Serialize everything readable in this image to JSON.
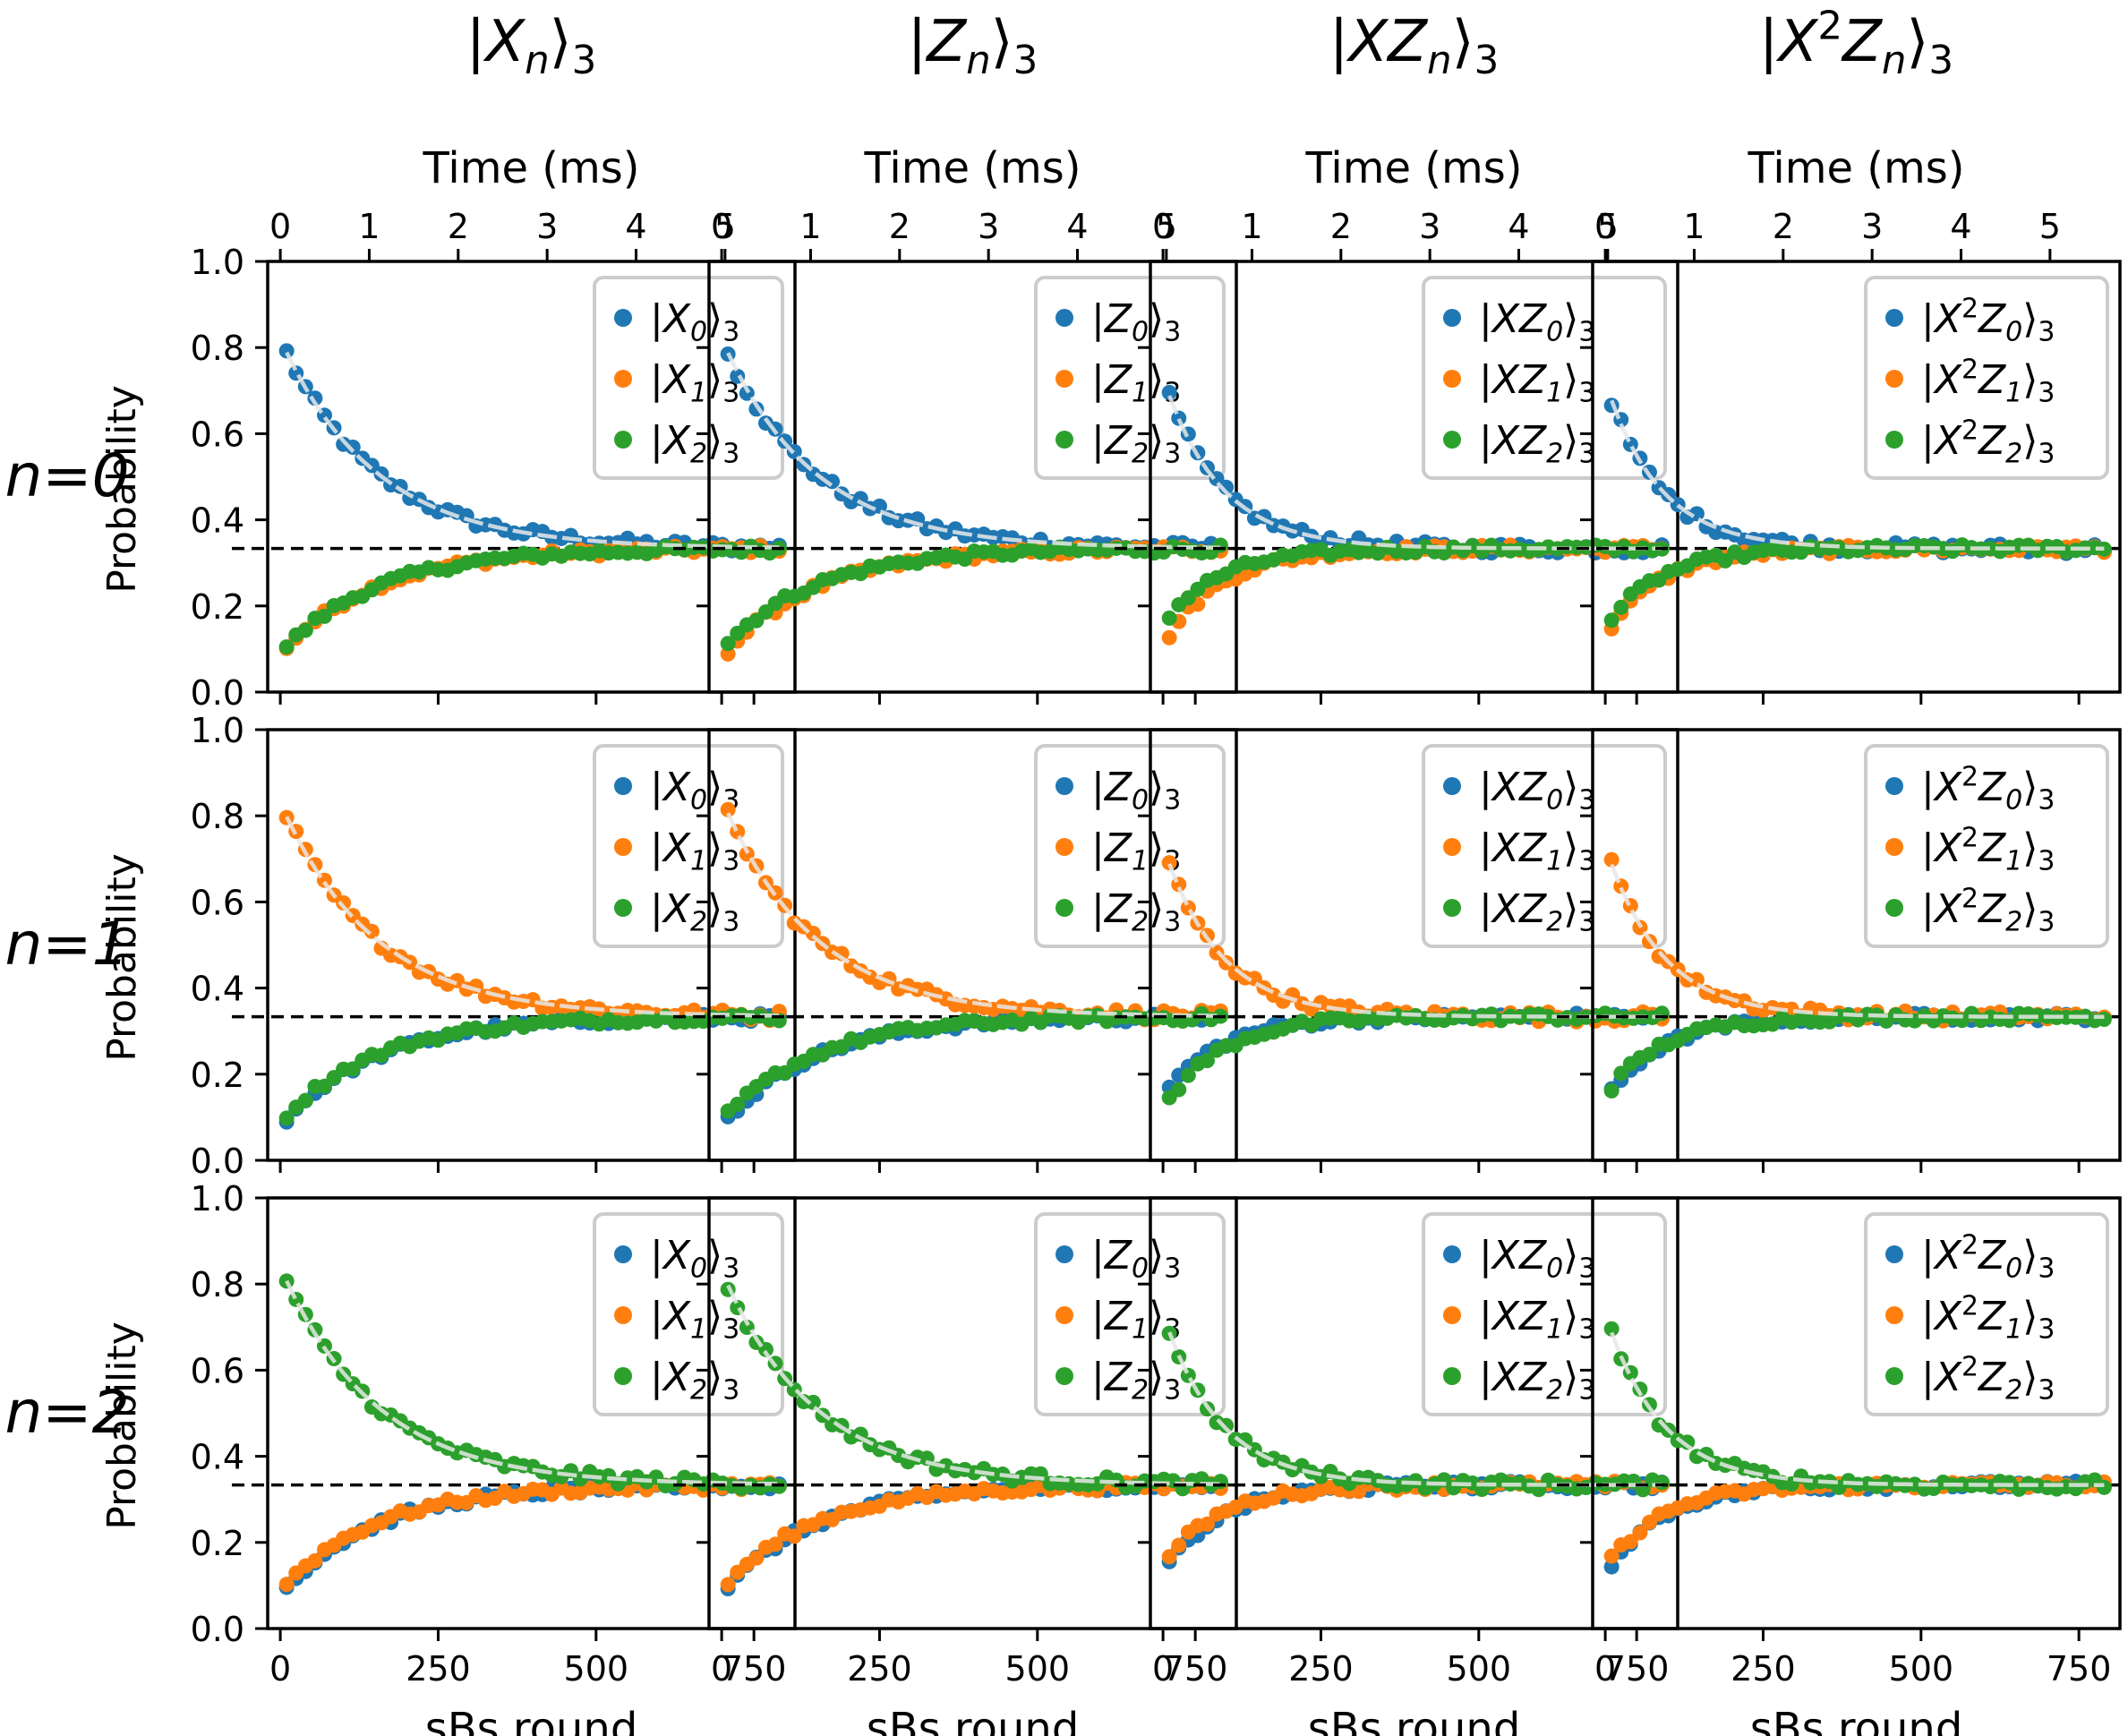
{
  "figure": {
    "column_titles": [
      {
        "pre": "|",
        "base": "X",
        "sup": "",
        "mid": "",
        "sub": "n",
        "post": "⟩",
        "post_sub": "3"
      },
      {
        "pre": "|",
        "base": "Z",
        "sup": "",
        "mid": "",
        "sub": "n",
        "post": "⟩",
        "post_sub": "3"
      },
      {
        "pre": "|",
        "base": "XZ",
        "sup": "",
        "mid": "",
        "sub": "n",
        "post": "⟩",
        "post_sub": "3"
      },
      {
        "pre": "|",
        "base": "X",
        "sup": "2",
        "mid": "Z",
        "sub": "n",
        "post": "⟩",
        "post_sub": "3"
      }
    ],
    "row_labels": [
      "n=0",
      "n=1",
      "n=2"
    ],
    "top_axis_label": "Time (ms)",
    "bottom_axis_label": "sBs round",
    "left_axis_label": "Probability",
    "colors": {
      "s0": "#1f77b4",
      "s1": "#ff7f0e",
      "s2": "#2ca02c",
      "fit": "#e8e8e8",
      "reference": "#000000"
    }
  },
  "chart_data": {
    "type": "scatter",
    "x": [
      10,
      25,
      40,
      55,
      70,
      85,
      100,
      115,
      130,
      145,
      160,
      175,
      190,
      205,
      220,
      235,
      250,
      265,
      280,
      295,
      310,
      325,
      340,
      355,
      370,
      385,
      400,
      415,
      430,
      445,
      460,
      475,
      490,
      505,
      520,
      535,
      550,
      565,
      580,
      595,
      610,
      625,
      640,
      655,
      670,
      685,
      700,
      715,
      730,
      745,
      760,
      775,
      790
    ],
    "x_axis": {
      "label": "sBs round",
      "ticks": [
        0,
        250,
        500,
        750
      ],
      "lim": [
        -20,
        815
      ]
    },
    "top_axis": {
      "label": "Time (ms)",
      "ticks": [
        0,
        1,
        2,
        3,
        4,
        5
      ],
      "ms_per_round": 0.0071
    },
    "y_axis": {
      "label": "Probability",
      "ticks": [
        0.0,
        0.2,
        0.4,
        0.6,
        0.8,
        1.0
      ],
      "lim": [
        0,
        1
      ]
    },
    "reference_line": 0.3333,
    "panels": [
      [
        {
          "row": "n=0",
          "column": "|Xn⟩3",
          "legend": [
            {
              "base": "X",
              "sup": "",
              "mid": "",
              "sub": "0"
            },
            {
              "base": "X",
              "sup": "",
              "mid": "",
              "sub": "1"
            },
            {
              "base": "X",
              "sup": "",
              "mid": "",
              "sub": "2"
            }
          ],
          "prepared": 0,
          "start_high": 0.82,
          "start_low": [
            0.09,
            0.09
          ],
          "decay_rounds": 150
        },
        {
          "row": "n=0",
          "column": "|Zn⟩3",
          "legend": [
            {
              "base": "Z",
              "sup": "",
              "mid": "",
              "sub": "0"
            },
            {
              "base": "Z",
              "sup": "",
              "mid": "",
              "sub": "1"
            },
            {
              "base": "Z",
              "sup": "",
              "mid": "",
              "sub": "2"
            }
          ],
          "prepared": 0,
          "start_high": 0.82,
          "start_low": [
            0.08,
            0.1
          ],
          "decay_rounds": 145
        },
        {
          "row": "n=0",
          "column": "|XZn⟩3",
          "legend": [
            {
              "base": "XZ",
              "sup": "",
              "mid": "",
              "sub": "0"
            },
            {
              "base": "XZ",
              "sup": "",
              "mid": "",
              "sub": "1"
            },
            {
              "base": "XZ",
              "sup": "",
              "mid": "",
              "sub": "2"
            }
          ],
          "prepared": 0,
          "start_high": 0.73,
          "start_low": [
            0.11,
            0.16
          ],
          "decay_rounds": 90
        },
        {
          "row": "n=0",
          "column": "|X²Zn⟩3",
          "legend": [
            {
              "base": "X",
              "sup": "2",
              "mid": "Z",
              "sub": "0"
            },
            {
              "base": "X",
              "sup": "2",
              "mid": "Z",
              "sub": "1"
            },
            {
              "base": "X",
              "sup": "2",
              "mid": "Z",
              "sub": "2"
            }
          ],
          "prepared": 0,
          "start_high": 0.72,
          "start_low": [
            0.13,
            0.15
          ],
          "decay_rounds": 85
        }
      ],
      [
        {
          "row": "n=1",
          "column": "|Xn⟩3",
          "legend": [
            {
              "base": "X",
              "sup": "",
              "mid": "",
              "sub": "0"
            },
            {
              "base": "X",
              "sup": "",
              "mid": "",
              "sub": "1"
            },
            {
              "base": "X",
              "sup": "",
              "mid": "",
              "sub": "2"
            }
          ],
          "prepared": 1,
          "start_high": 0.83,
          "start_low": [
            0.08,
            0.09
          ],
          "decay_rounds": 150
        },
        {
          "row": "n=1",
          "column": "|Zn⟩3",
          "legend": [
            {
              "base": "Z",
              "sup": "",
              "mid": "",
              "sub": "0"
            },
            {
              "base": "Z",
              "sup": "",
              "mid": "",
              "sub": "1"
            },
            {
              "base": "Z",
              "sup": "",
              "mid": "",
              "sub": "2"
            }
          ],
          "prepared": 1,
          "start_high": 0.84,
          "start_low": [
            0.08,
            0.09
          ],
          "decay_rounds": 145
        },
        {
          "row": "n=1",
          "column": "|XZn⟩3",
          "legend": [
            {
              "base": "XZ",
              "sup": "",
              "mid": "",
              "sub": "0"
            },
            {
              "base": "XZ",
              "sup": "",
              "mid": "",
              "sub": "1"
            },
            {
              "base": "XZ",
              "sup": "",
              "mid": "",
              "sub": "2"
            }
          ],
          "prepared": 1,
          "start_high": 0.73,
          "start_low": [
            0.15,
            0.12
          ],
          "decay_rounds": 90
        },
        {
          "row": "n=1",
          "column": "|X²Zn⟩3",
          "legend": [
            {
              "base": "X",
              "sup": "2",
              "mid": "Z",
              "sub": "0"
            },
            {
              "base": "X",
              "sup": "2",
              "mid": "Z",
              "sub": "1"
            },
            {
              "base": "X",
              "sup": "2",
              "mid": "Z",
              "sub": "2"
            }
          ],
          "prepared": 1,
          "start_high": 0.73,
          "start_low": [
            0.14,
            0.15
          ],
          "decay_rounds": 88
        }
      ],
      [
        {
          "row": "n=2",
          "column": "|Xn⟩3",
          "legend": [
            {
              "base": "X",
              "sup": "",
              "mid": "",
              "sub": "0"
            },
            {
              "base": "X",
              "sup": "",
              "mid": "",
              "sub": "1"
            },
            {
              "base": "X",
              "sup": "",
              "mid": "",
              "sub": "2"
            }
          ],
          "prepared": 2,
          "start_high": 0.84,
          "start_low": [
            0.08,
            0.09
          ],
          "decay_rounds": 150
        },
        {
          "row": "n=2",
          "column": "|Zn⟩3",
          "legend": [
            {
              "base": "Z",
              "sup": "",
              "mid": "",
              "sub": "0"
            },
            {
              "base": "Z",
              "sup": "",
              "mid": "",
              "sub": "1"
            },
            {
              "base": "Z",
              "sup": "",
              "mid": "",
              "sub": "2"
            }
          ],
          "prepared": 2,
          "start_high": 0.83,
          "start_low": [
            0.08,
            0.09
          ],
          "decay_rounds": 145
        },
        {
          "row": "n=2",
          "column": "|XZn⟩3",
          "legend": [
            {
              "base": "XZ",
              "sup": "",
              "mid": "",
              "sub": "0"
            },
            {
              "base": "XZ",
              "sup": "",
              "mid": "",
              "sub": "1"
            },
            {
              "base": "XZ",
              "sup": "",
              "mid": "",
              "sub": "2"
            }
          ],
          "prepared": 2,
          "start_high": 0.73,
          "start_low": [
            0.13,
            0.15
          ],
          "decay_rounds": 90
        },
        {
          "row": "n=2",
          "column": "|X²Zn⟩3",
          "legend": [
            {
              "base": "X",
              "sup": "2",
              "mid": "Z",
              "sub": "0"
            },
            {
              "base": "X",
              "sup": "2",
              "mid": "Z",
              "sub": "1"
            },
            {
              "base": "X",
              "sup": "2",
              "mid": "Z",
              "sub": "2"
            }
          ],
          "prepared": 2,
          "start_high": 0.73,
          "start_low": [
            0.13,
            0.14
          ],
          "decay_rounds": 88
        }
      ]
    ]
  }
}
